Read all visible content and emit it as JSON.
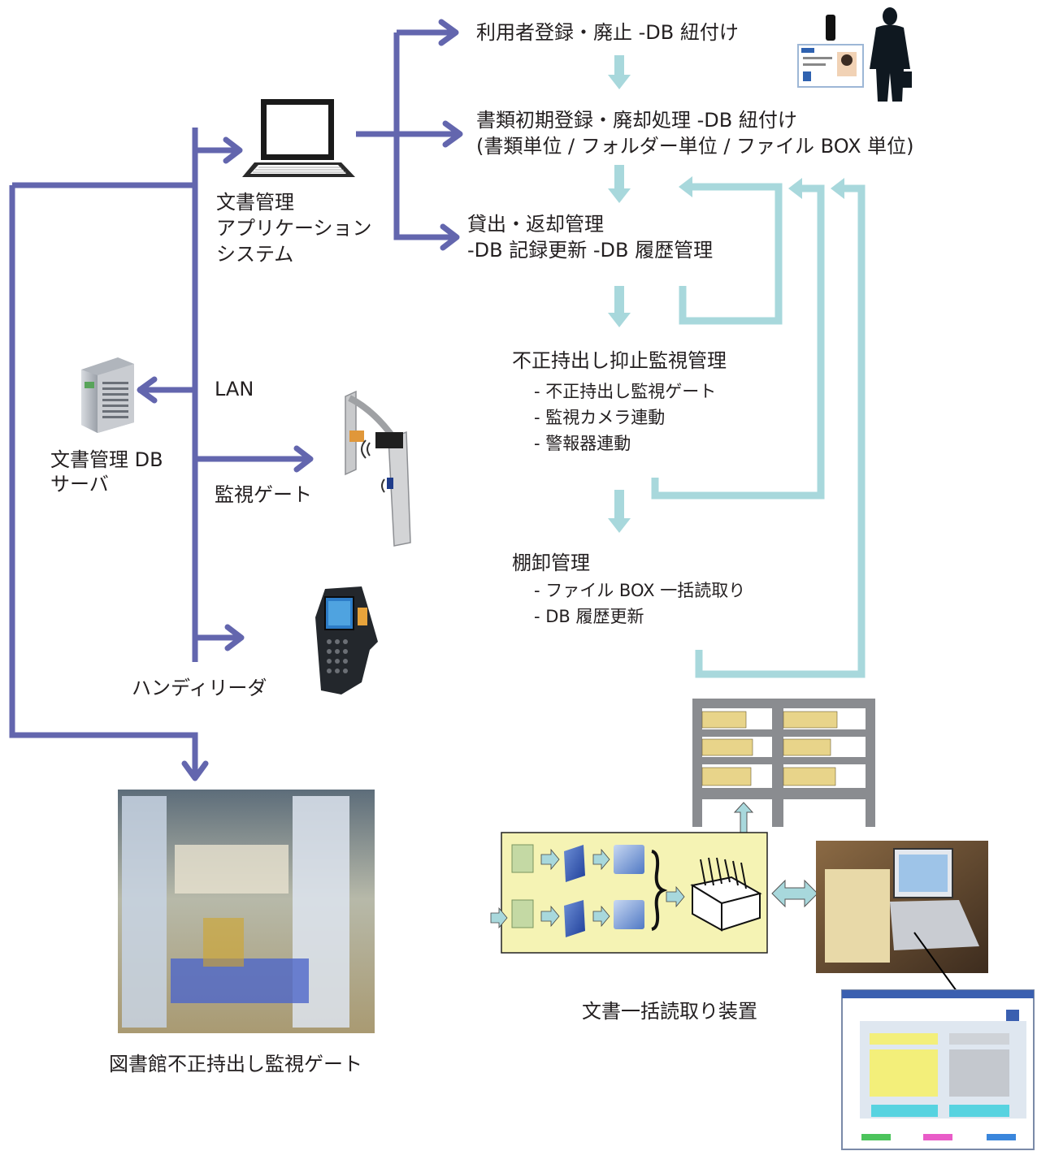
{
  "colors": {
    "lan_blue": "#6366ae",
    "flow_teal": "#a8d8dc",
    "yellow_panel": "#f5f3b4",
    "rack_gray": "#8a8c90"
  },
  "icons": [
    "laptop-icon",
    "server-icon",
    "gate-icon",
    "handy-reader-icon",
    "id-card-icon",
    "businessman-icon",
    "shelf-rack-icon",
    "folder-icon",
    "file-box-icon",
    "photo-gate",
    "photo-reader-device",
    "screen-ui-icon"
  ],
  "flow": {
    "step1": "利用者登録・廃止 -DB 紐付け",
    "step2_line1": "書類初期登録・廃却処理 -DB 紐付け",
    "step2_line2": "(書類単位 / フォルダー単位 / ファイル BOX 単位)",
    "step3_line1": "貸出・返却管理",
    "step3_line2": "-DB 記録更新 -DB 履歴管理",
    "step4_title": "不正持出し抑止監視管理",
    "step4_items": [
      "- 不正持出し監視ゲート",
      "- 監視カメラ連動",
      "- 警報器連動"
    ],
    "step5_title": "棚卸管理",
    "step5_items": [
      "- ファイル BOX 一括読取り",
      "- DB 履歴更新"
    ]
  },
  "network": {
    "app_line1": "文書管理",
    "app_line2": "アプリケーション",
    "app_line3": "システム",
    "lan": "LAN",
    "server_line1": "文書管理 DB",
    "server_line2": "サーバ",
    "gate": "監視ゲート",
    "handy": "ハンディリーダ"
  },
  "captions": {
    "library_gate": "図書館不正持出し監視ゲート",
    "batch_reader": "文書一括読取り装置"
  }
}
